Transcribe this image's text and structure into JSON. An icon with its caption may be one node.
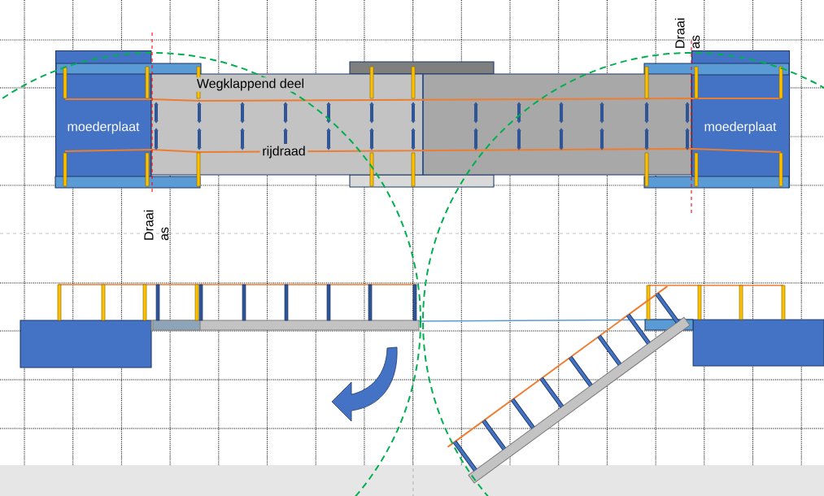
{
  "diagram": {
    "nodes": [
      {
        "text": [
          "moederplaat"
        ]
      },
      {
        "text": [
          "moederplaat"
        ]
      }
    ],
    "labels": [
      "Draai as",
      "Wegklappend deel",
      "rijdraad",
      "Draai as"
    ]
  }
}
